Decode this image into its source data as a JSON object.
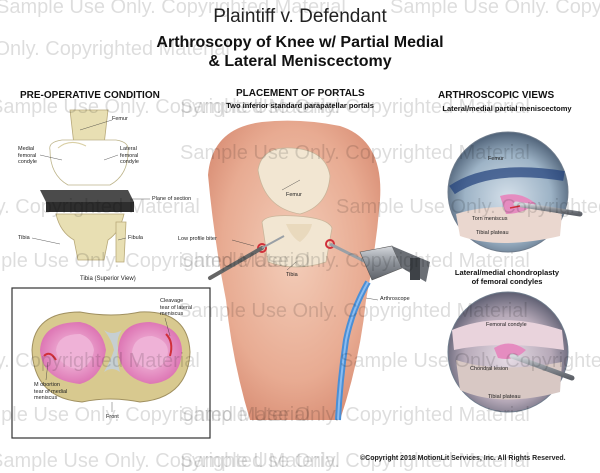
{
  "title": {
    "line1": "Plaintiff v. Defendant",
    "line2": "Arthroscopy of Knee w/ Partial Medial",
    "line3": "& Lateral Meniscectomy"
  },
  "pre_op": {
    "heading": "PRE-OPERATIVE CONDITION",
    "labels": {
      "femur": "Femur",
      "medial_condyle": [
        "Medial",
        "femoral",
        "condyle"
      ],
      "lateral_condyle": [
        "Lateral",
        "femoral",
        "condyle"
      ],
      "plane": "Plane of section",
      "tibia": "Tibia",
      "fibula": "Fibula"
    },
    "inset": {
      "title": "Tibia (Superior View)",
      "cleavage": [
        "Cleavage",
        "tear of lateral",
        "meniscus"
      ],
      "medial_tear": [
        "M obortion",
        "tear of medial",
        "meniscus"
      ],
      "front": "Front"
    }
  },
  "portals": {
    "heading": "PLACEMENT OF PORTALS",
    "subheading": "Two inferior standard parapatellar portals",
    "labels": {
      "femur": "Femur",
      "low_profile": "Low profile biter",
      "tibia": "Tibia",
      "arthroscope": "Arthroscope"
    }
  },
  "views": {
    "heading": "ARTHROSCOPIC VIEWS",
    "view1": {
      "title": "Lateral/medial partial meniscectomy",
      "labels": {
        "femur": "Femur",
        "torn_meniscus": "Torn meniscus",
        "tibial_plateau": "Tibial plateau"
      }
    },
    "view2": {
      "title": [
        "Lateral/medial chondroplasty",
        "of femoral condyles"
      ],
      "labels": {
        "femoral_condyle": "Femoral condyle",
        "chondral_lesion": "Chondral lesion",
        "tibial_plateau": "Tibial plateau"
      }
    }
  },
  "watermark": {
    "sample": "Sample Use Only. Copyrighted Material"
  },
  "copyright": "©Copyright 2018 MotionLit Services, Inc. All Rights Reserved.",
  "colors": {
    "bone": "#e6dcae",
    "cartilage": "#ffffff",
    "skin": "#f0c2ad",
    "meniscus_pink": "#e58cc0",
    "tear_red": "#d0303a",
    "instrument": "#8a8f96",
    "scope_cable": "#4a8fd6"
  }
}
